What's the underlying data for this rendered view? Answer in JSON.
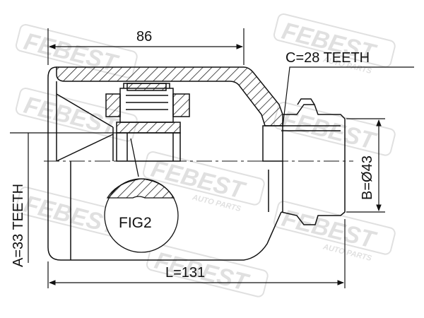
{
  "watermark": {
    "brand": "FEBEST",
    "tagline": "AUTO PARTS",
    "color": "#c8c8c8"
  },
  "drawing": {
    "line_color": "#111111",
    "hatch_color": "#222222"
  },
  "dimensions": {
    "top_length": "86",
    "total_length": "L=131",
    "outer_teeth": "C=28 TEETH",
    "inner_teeth": "A=33 TEETH",
    "diameter": "B=Ø43"
  },
  "callouts": {
    "fig2": "FIG2"
  }
}
